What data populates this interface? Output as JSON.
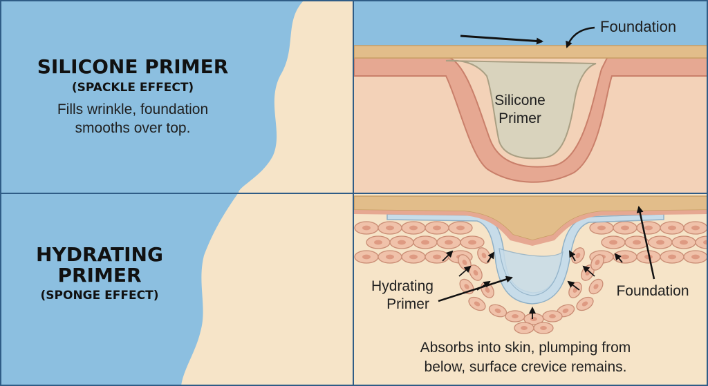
{
  "colors": {
    "sky": "#8cbfe0",
    "skin": "#f6e4c8",
    "dermis": "#f3d2b8",
    "skin_layer": "#e6a892",
    "foundation": "#e2bd8a",
    "silicone": "#d9d3bd",
    "hydrating": "#c7dce9",
    "cell": "#f0c2aa",
    "nucleus": "#de9a82",
    "border": "#2f5c86"
  },
  "top_panel": {
    "title": "SILICONE PRIMER",
    "subtitle": "(SPACKLE EFFECT)",
    "desc_line1": "Fills wrinkle, foundation",
    "desc_line2": "smooths over top.",
    "foundation_label": "Foundation",
    "primer_label_line1": "Silicone",
    "primer_label_line2": "Primer"
  },
  "bottom_panel": {
    "title_line1": "HYDRATING",
    "title_line2": "PRIMER",
    "subtitle": "(SPONGE EFFECT)",
    "primer_label_line1": "Hydrating",
    "primer_label_line2": "Primer",
    "foundation_label": "Foundation",
    "caption_line1": "Absorbs into skin, plumping from",
    "caption_line2": "below, surface crevice remains."
  }
}
